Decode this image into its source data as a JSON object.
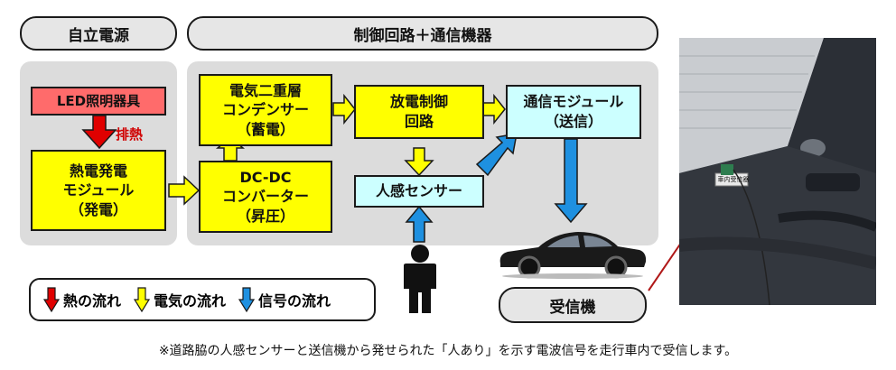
{
  "sections": {
    "self_power": "自立電源",
    "control": "制御回路＋通信機器"
  },
  "boxes": {
    "led": "LED照明器具",
    "thermo_line1": "熱電発電",
    "thermo_line2": "モジュール",
    "thermo_line3": "（発電）",
    "edlc_line1": "電気二重層",
    "edlc_line2": "コンデンサー",
    "edlc_line3": "（蓄電）",
    "dcdc_line1": "DC-DC",
    "dcdc_line2": "コンバーター",
    "dcdc_line3": "（昇圧）",
    "discharge_line1": "放電制御",
    "discharge_line2": "回路",
    "sensor": "人感センサー",
    "comm_line1": "通信モジュール",
    "comm_line2": "（送信）",
    "receiver": "受信機"
  },
  "labels": {
    "exhaust_heat": "排熱",
    "photo_label": "車内受信器"
  },
  "legend": {
    "heat": "熱の流れ",
    "electricity": "電気の流れ",
    "signal": "信号の流れ"
  },
  "caption": "※道路脇の人感センサーと送信機から発せられた「人あり」を示す電波信号を走行車内で受信します。",
  "colors": {
    "heat": "#e00000",
    "electricity": "#ffff00",
    "signal": "#1e90e0",
    "module_fill": "#ffff00",
    "comm_fill": "#ccffff",
    "led_fill": "#ff6b6b",
    "panel": "#dcdcdc"
  }
}
